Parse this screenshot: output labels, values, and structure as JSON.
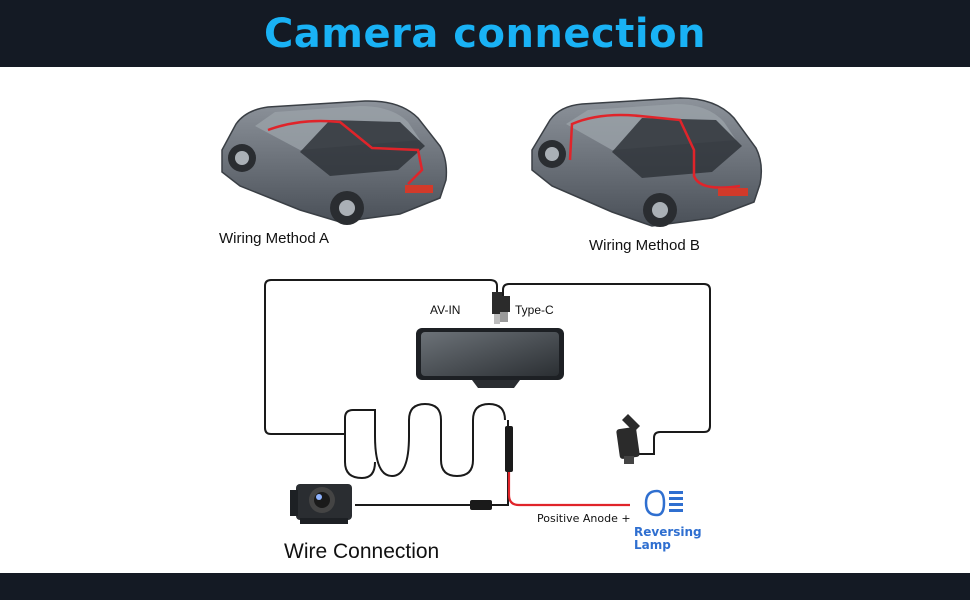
{
  "title": "Camera connection",
  "methods": {
    "a_label": "Wiring Method A",
    "b_label": "Wiring Method B"
  },
  "ports": {
    "av_in": "AV-IN",
    "type_c": "Type-C"
  },
  "wiring": {
    "positive_label": "Positive Anode +",
    "lamp_line1": "Reversing",
    "lamp_line2": "Lamp",
    "wire_connection_label": "Wire Connection"
  },
  "colors": {
    "header_bg": "#141a24",
    "title": "#19b2f5",
    "red_wire": "#e0242a",
    "lamp_blue": "#2f6fd0"
  }
}
